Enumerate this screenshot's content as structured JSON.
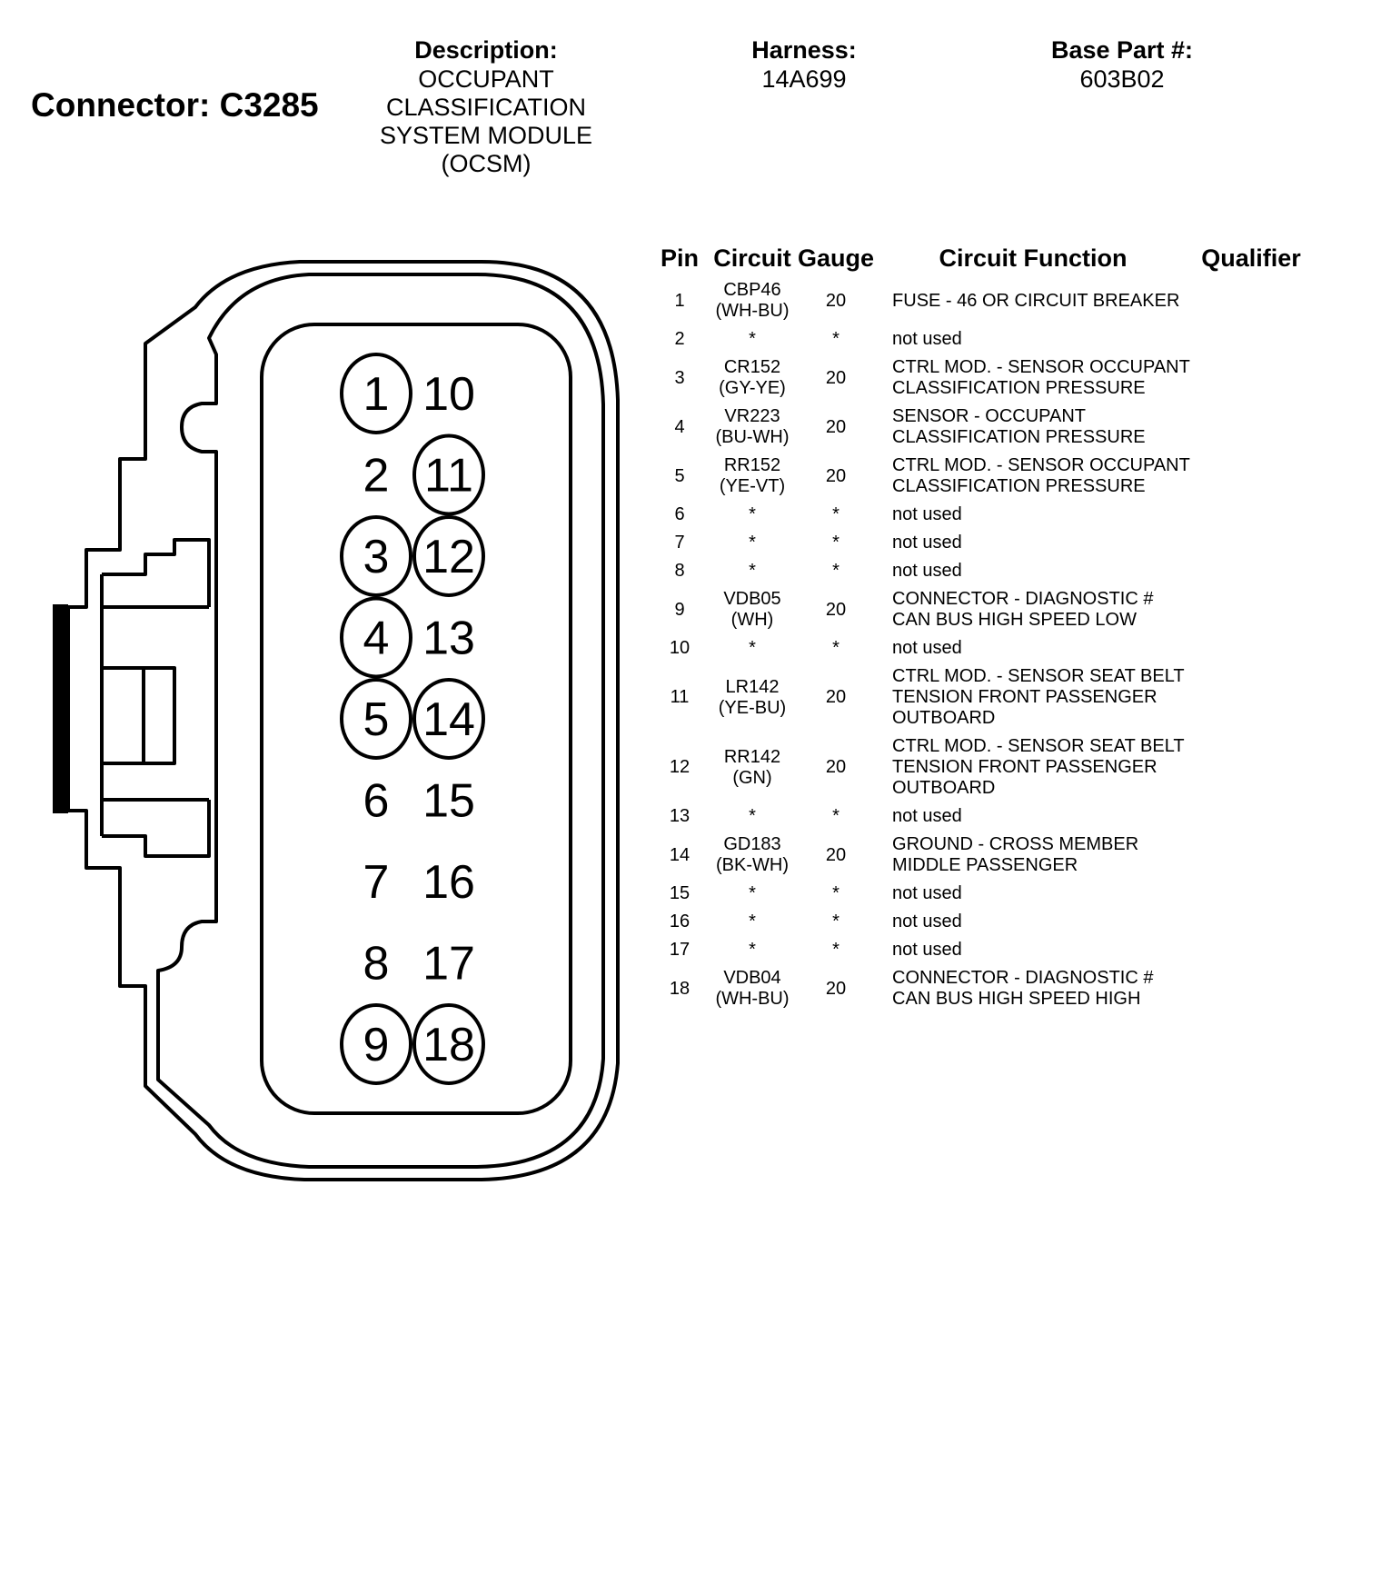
{
  "connector": {
    "title": "Connector: C3285"
  },
  "header": {
    "description": {
      "label": "Description:",
      "value": "OCCUPANT\nCLASSIFICATION\nSYSTEM MODULE\n(OCSM)"
    },
    "harness": {
      "label": "Harness:",
      "value": "14A699"
    },
    "base_part": {
      "label": "Base Part #:",
      "value": "603B02"
    }
  },
  "diagram": {
    "pin_labels": [
      "1",
      "2",
      "3",
      "4",
      "5",
      "6",
      "7",
      "8",
      "9",
      "10",
      "11",
      "12",
      "13",
      "14",
      "15",
      "16",
      "17",
      "18"
    ],
    "populated_pins": [
      "1",
      "3",
      "4",
      "5",
      "9",
      "11",
      "12",
      "14",
      "18"
    ]
  },
  "table": {
    "columns": [
      "Pin",
      "Circuit",
      "Gauge",
      "Circuit Function",
      "Qualifier"
    ],
    "rows": [
      {
        "pin": "1",
        "circuit": "CBP46",
        "color": "(WH-BU)",
        "gauge": "20",
        "function": "FUSE - 46 OR CIRCUIT BREAKER",
        "qualifier": ""
      },
      {
        "pin": "2",
        "circuit": "*",
        "color": "",
        "gauge": "*",
        "function": "not used",
        "qualifier": ""
      },
      {
        "pin": "3",
        "circuit": "CR152",
        "color": "(GY-YE)",
        "gauge": "20",
        "function": "CTRL MOD. - SENSOR OCCUPANT CLASSIFICATION PRESSURE",
        "qualifier": ""
      },
      {
        "pin": "4",
        "circuit": "VR223",
        "color": "(BU-WH)",
        "gauge": "20",
        "function": "SENSOR - OCCUPANT CLASSIFICATION PRESSURE",
        "qualifier": ""
      },
      {
        "pin": "5",
        "circuit": "RR152",
        "color": "(YE-VT)",
        "gauge": "20",
        "function": "CTRL MOD. - SENSOR OCCUPANT CLASSIFICATION PRESSURE",
        "qualifier": ""
      },
      {
        "pin": "6",
        "circuit": "*",
        "color": "",
        "gauge": "*",
        "function": "not used",
        "qualifier": ""
      },
      {
        "pin": "7",
        "circuit": "*",
        "color": "",
        "gauge": "*",
        "function": "not used",
        "qualifier": ""
      },
      {
        "pin": "8",
        "circuit": "*",
        "color": "",
        "gauge": "*",
        "function": "not used",
        "qualifier": ""
      },
      {
        "pin": "9",
        "circuit": "VDB05",
        "color": "(WH)",
        "gauge": "20",
        "function": "CONNECTOR - DIAGNOSTIC # CAN BUS HIGH SPEED LOW",
        "qualifier": ""
      },
      {
        "pin": "10",
        "circuit": "*",
        "color": "",
        "gauge": "*",
        "function": "not used",
        "qualifier": ""
      },
      {
        "pin": "11",
        "circuit": "LR142",
        "color": "(YE-BU)",
        "gauge": "20",
        "function": "CTRL MOD. - SENSOR SEAT BELT TENSION FRONT PASSENGER OUTBOARD",
        "qualifier": ""
      },
      {
        "pin": "12",
        "circuit": "RR142",
        "color": "(GN)",
        "gauge": "20",
        "function": "CTRL MOD. - SENSOR SEAT BELT TENSION FRONT PASSENGER OUTBOARD",
        "qualifier": ""
      },
      {
        "pin": "13",
        "circuit": "*",
        "color": "",
        "gauge": "*",
        "function": "not used",
        "qualifier": ""
      },
      {
        "pin": "14",
        "circuit": "GD183",
        "color": "(BK-WH)",
        "gauge": "20",
        "function": "GROUND - CROSS MEMBER MIDDLE PASSENGER",
        "qualifier": ""
      },
      {
        "pin": "15",
        "circuit": "*",
        "color": "",
        "gauge": "*",
        "function": "not used",
        "qualifier": ""
      },
      {
        "pin": "16",
        "circuit": "*",
        "color": "",
        "gauge": "*",
        "function": "not used",
        "qualifier": ""
      },
      {
        "pin": "17",
        "circuit": "*",
        "color": "",
        "gauge": "*",
        "function": "not used",
        "qualifier": ""
      },
      {
        "pin": "18",
        "circuit": "VDB04",
        "color": "(WH-BU)",
        "gauge": "20",
        "function": "CONNECTOR - DIAGNOSTIC # CAN BUS HIGH SPEED HIGH",
        "qualifier": ""
      }
    ]
  }
}
